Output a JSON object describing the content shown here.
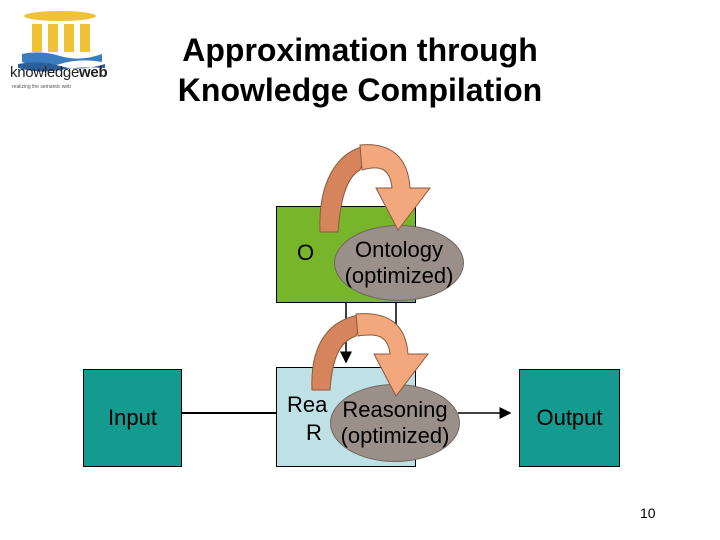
{
  "title": {
    "line1": "Approximation through",
    "line2": "Knowledge Compilation"
  },
  "logo": {
    "brand_prefix": "knowledge",
    "brand_suffix": "web",
    "tagline": "realizing the semantic web"
  },
  "nodes": {
    "input": {
      "label": "Input"
    },
    "output": {
      "label": "Output"
    },
    "ontology": {
      "partial_label": "O",
      "optimized_line1": "Ontology",
      "optimized_line2": "(optimized)"
    },
    "reasoning": {
      "partial_line1": "Rea",
      "partial_line2": "R",
      "optimized_line1": "Reasoning",
      "optimized_line2": "(optimized)"
    }
  },
  "colors": {
    "ontology_box": "#77b52a",
    "reasoning_box": "#bfe0e4",
    "input_output_box": "#149a8f",
    "ellipse": "#9b8f8a",
    "arrow_left": "#d5845c",
    "arrow_right": "#f2a77c"
  },
  "page_number": "10"
}
